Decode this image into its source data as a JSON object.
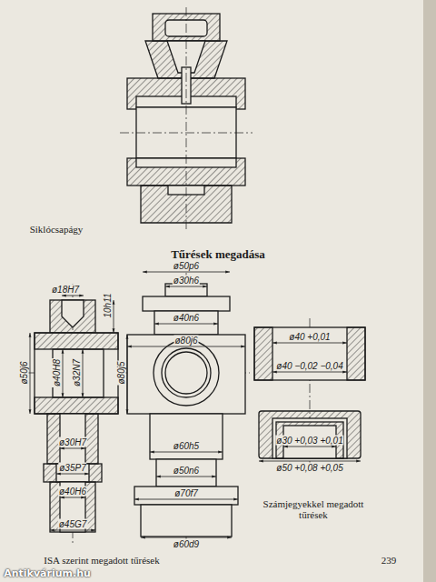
{
  "diagram": {
    "title": "Tűrések megadása",
    "labels": [
      "Siklócsapágy",
      "ø18H7",
      "10h11",
      "ø50j6",
      "ø40H8",
      "ø32N7",
      "ø30H7",
      "ø35P7",
      "ø40H6",
      "ø45G7",
      "ø50p6",
      "ø30h6",
      "ø40n6",
      "ø80j6",
      "ø80j5",
      "ø60h5",
      "ø50n6",
      "ø70f7",
      "ø60d9",
      "ø40 +0,01",
      "ø40 −0,02 −0,04",
      "ø30 +0,03 +0,01",
      "ø50 +0,08 +0,05",
      "ISA szerint megadott tűrések",
      "Számjegyekkel megadott tűrések",
      "239",
      "Antikvárium.hu"
    ]
  }
}
